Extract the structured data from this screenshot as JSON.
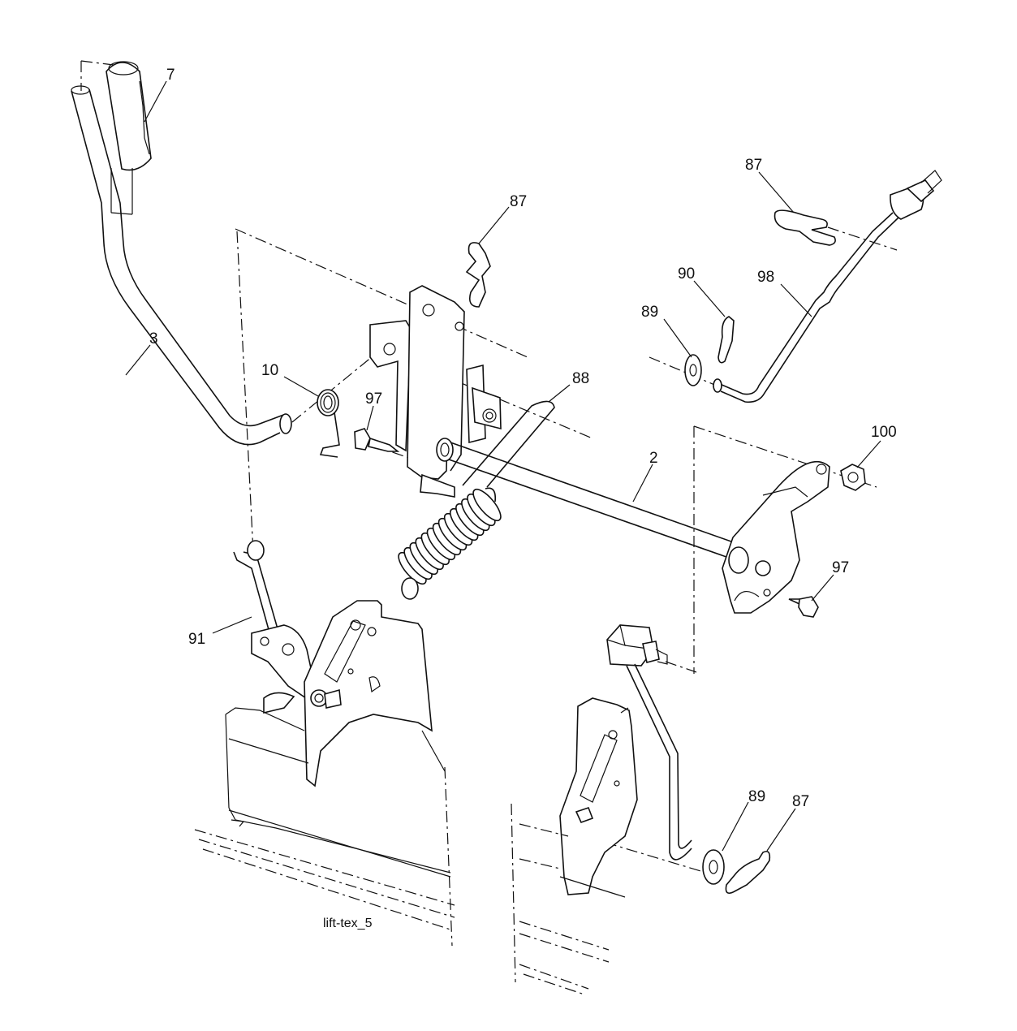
{
  "diagram": {
    "caption": "lift-tex_5",
    "callouts": [
      {
        "id": "c7",
        "label": "7"
      },
      {
        "id": "c3",
        "label": "3"
      },
      {
        "id": "c10",
        "label": "10"
      },
      {
        "id": "c97a",
        "label": "97"
      },
      {
        "id": "c87a",
        "label": "87"
      },
      {
        "id": "c88",
        "label": "88"
      },
      {
        "id": "c87b",
        "label": "87"
      },
      {
        "id": "c90",
        "label": "90"
      },
      {
        "id": "c98",
        "label": "98"
      },
      {
        "id": "c89a",
        "label": "89"
      },
      {
        "id": "c2",
        "label": "2"
      },
      {
        "id": "c100",
        "label": "100"
      },
      {
        "id": "c97b",
        "label": "97"
      },
      {
        "id": "c91",
        "label": "91"
      },
      {
        "id": "c89b",
        "label": "89"
      },
      {
        "id": "c87c",
        "label": "87"
      }
    ]
  }
}
